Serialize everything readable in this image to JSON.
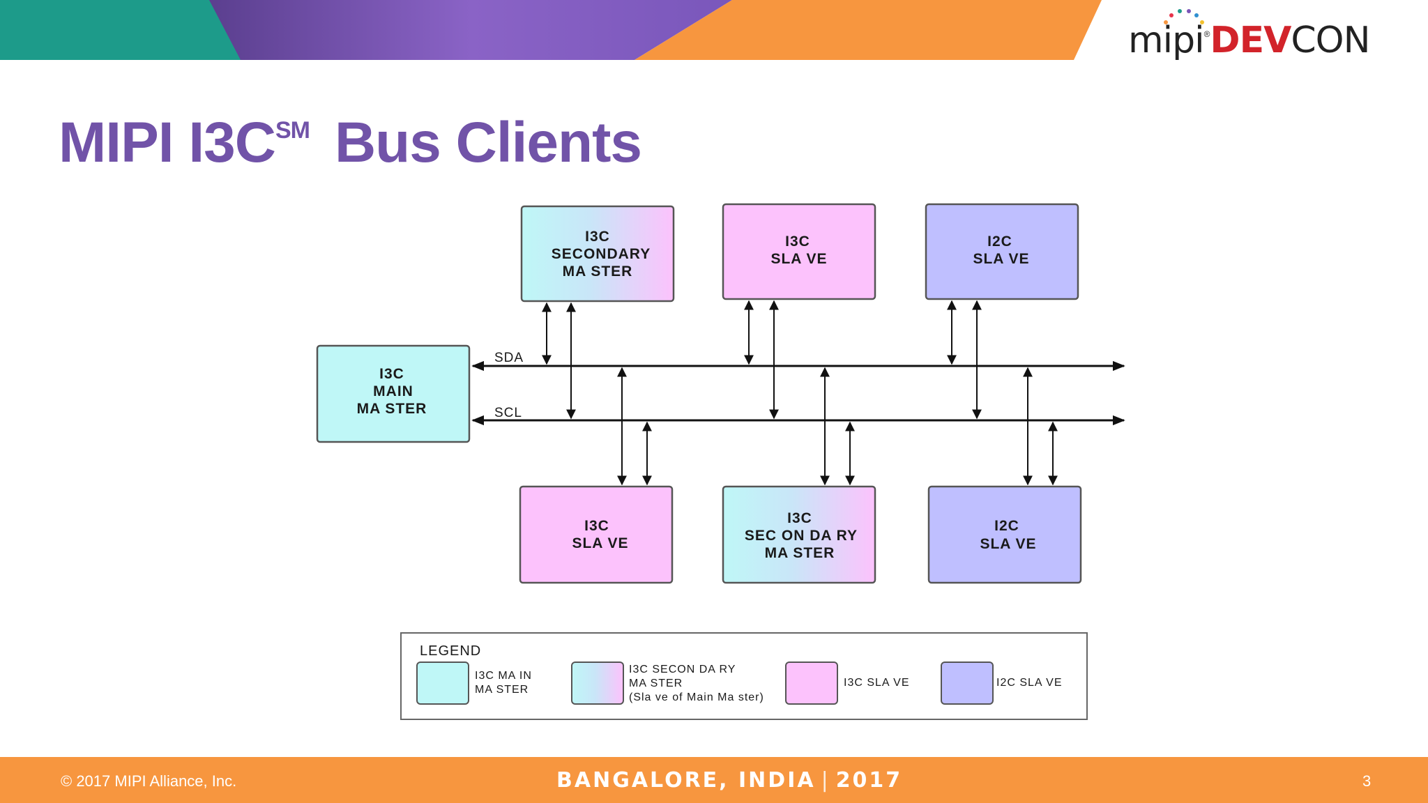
{
  "header": {
    "logo": {
      "mipi": "mipi",
      "registered": "®",
      "dev": "DEV",
      "con": "CON"
    },
    "colors": {
      "teal": "#1d9b8a",
      "purple": "#7b55b8",
      "orange": "#f7963f"
    }
  },
  "slide": {
    "title": "MIPI I3C",
    "title_mark": "SM",
    "title_rest": "Bus Clients"
  },
  "diagram": {
    "main_master": [
      "I3C",
      "MAIN",
      "MA STER"
    ],
    "top_nodes": [
      {
        "lines": [
          "I3C",
          "SECONDARY",
          "MA STER"
        ],
        "type": "secondary"
      },
      {
        "lines": [
          "I3C",
          "SLA VE"
        ],
        "type": "i3c-slave"
      },
      {
        "lines": [
          "I2C",
          "SLA VE"
        ],
        "type": "i2c-slave"
      }
    ],
    "bottom_nodes": [
      {
        "lines": [
          "I3C",
          "SLA VE"
        ],
        "type": "i3c-slave"
      },
      {
        "lines": [
          "I3C",
          "SEC ON DA RY",
          "MA STER"
        ],
        "type": "secondary"
      },
      {
        "lines": [
          "I2C",
          "SLA VE"
        ],
        "type": "i2c-slave"
      }
    ],
    "bus_lines": [
      "SDA",
      "SCL"
    ],
    "colors": {
      "main_master": "#bff7f7",
      "i3c_slave": "#fcc2fc",
      "i2c_slave": "#bfbfff",
      "border": "#555555"
    }
  },
  "legend": {
    "title": "LEGEND",
    "items": [
      {
        "lines": [
          "I3C MA IN",
          "MA STER"
        ]
      },
      {
        "lines": [
          "I3C SECON DA RY",
          "MA STER",
          "(Sla ve of Main Ma ster)"
        ]
      },
      {
        "lines": [
          "I3C SLA VE"
        ]
      },
      {
        "lines": [
          "I2C SLA VE"
        ]
      }
    ]
  },
  "footer": {
    "copyright": "© 2017 MIPI Alliance, Inc.",
    "event_place": "BANGALORE, INDIA",
    "event_sep": "|",
    "event_year": "2017",
    "page_number": "3"
  }
}
